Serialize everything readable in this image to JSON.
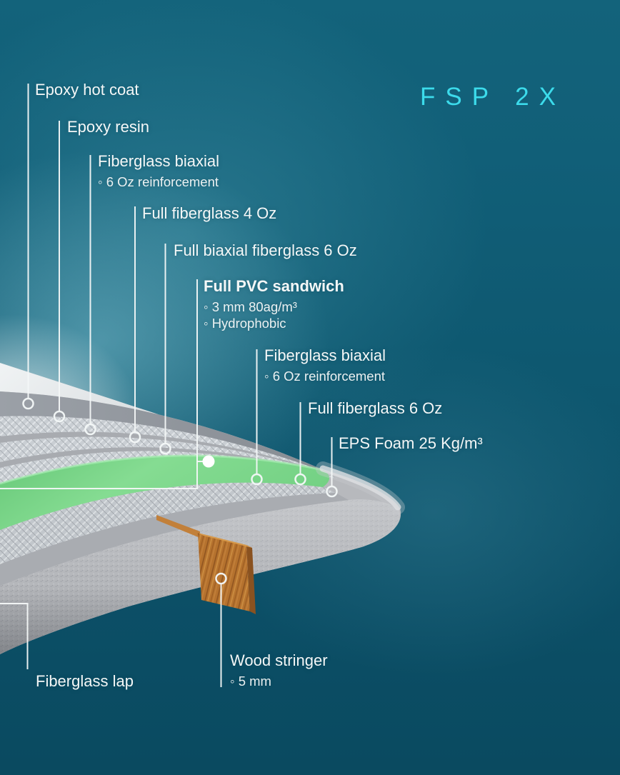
{
  "title": {
    "text": "FSP 2X"
  },
  "callouts": [
    {
      "id": "epoxy-hot-coat",
      "label": "Epoxy hot coat",
      "details": []
    },
    {
      "id": "epoxy-resin",
      "label": "Epoxy resin",
      "details": []
    },
    {
      "id": "fiberglass-biaxial-top",
      "label": "Fiberglass biaxial",
      "details": [
        "◦ 6 Oz reinforcement"
      ]
    },
    {
      "id": "full-fiberglass-4oz",
      "label": "Full fiberglass 4 Oz",
      "details": []
    },
    {
      "id": "full-biaxial-fiberglass",
      "label": "Full biaxial fiberglass 6 Oz",
      "details": []
    },
    {
      "id": "full-pvc-sandwich",
      "label": "Full PVC sandwich",
      "details": [
        "◦ 3 mm 80ag/m³",
        "◦ Hydrophobic"
      ]
    },
    {
      "id": "fiberglass-biaxial-bottom",
      "label": "Fiberglass biaxial",
      "details": [
        "◦ 6 Oz reinforcement"
      ]
    },
    {
      "id": "full-fiberglass-6oz",
      "label": "Full fiberglass 6 Oz",
      "details": []
    },
    {
      "id": "eps-foam",
      "label": "EPS Foam 25 Kg/m³",
      "details": []
    },
    {
      "id": "fiberglass-lap",
      "label": "Fiberglass lap",
      "details": []
    },
    {
      "id": "wood-stringer",
      "label": "Wood stringer",
      "details": [
        "◦ 5 mm"
      ]
    }
  ],
  "colors": {
    "background_teal": "#0e5a70",
    "accent_cyan": "#3cdbeb",
    "pvc_green": "#7ed88c",
    "foam_gray": "#b4b6ba",
    "fiberglass_gray": "#c9ced3",
    "wood_brown": "#b5722e",
    "label_white": "#f4f7f7"
  }
}
